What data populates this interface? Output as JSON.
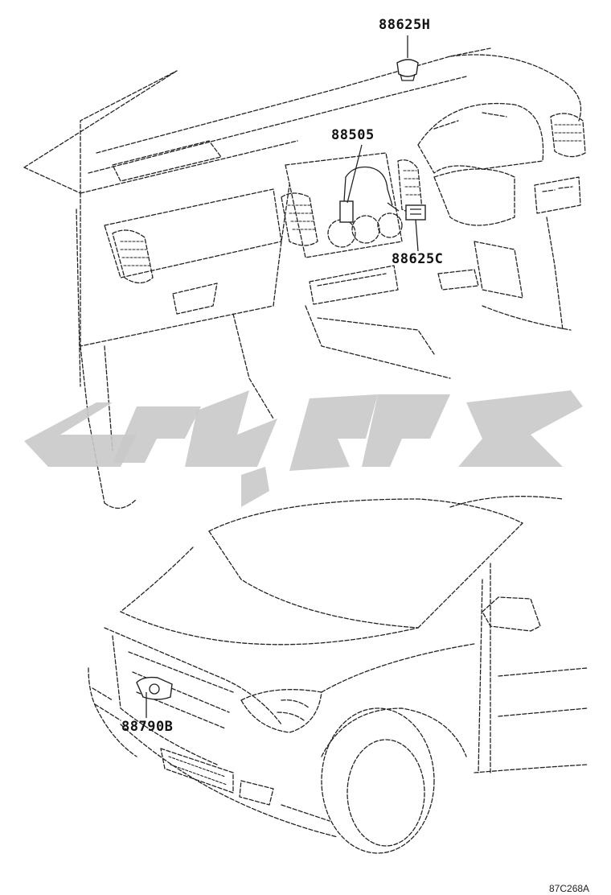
{
  "callouts": {
    "c1": "88625H",
    "c2": "88505",
    "c3": "88625C",
    "c4": "88790B"
  },
  "figure_code": "87C268A"
}
